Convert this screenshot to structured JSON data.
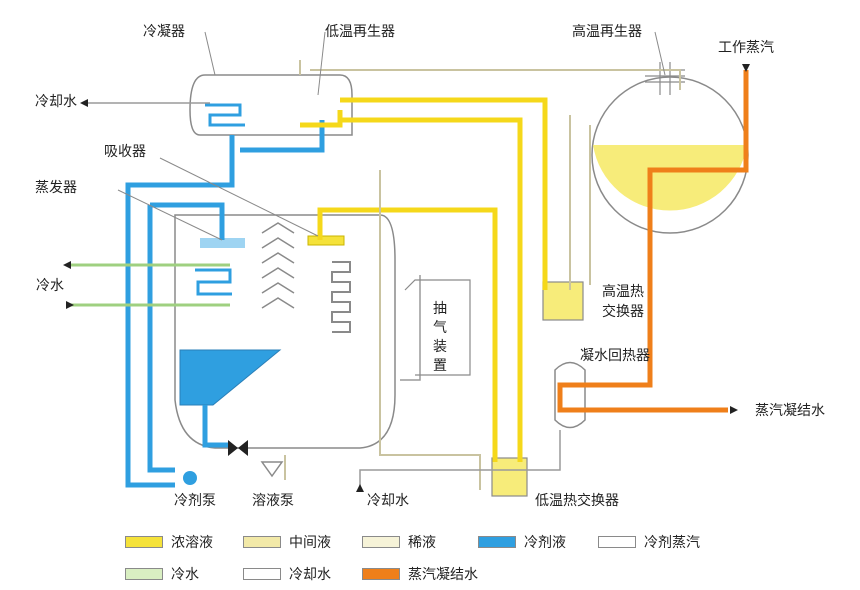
{
  "labels": {
    "condenser": "冷凝器",
    "low_temp_regenerator": "低温再生器",
    "high_temp_regenerator": "高温再生器",
    "working_steam": "工作蒸汽",
    "cooling_water_out": "冷却水",
    "absorber": "吸收器",
    "evaporator": "蒸发器",
    "cold_water": "冷水",
    "purge_device": "抽气装置",
    "high_temp_hx": "高温热交换器",
    "condensate_reheater": "凝水回热器",
    "steam_condensate": "蒸汽凝结水",
    "refrigerant_pump": "冷剂泵",
    "solution_pump": "溶液泵",
    "cooling_water_in": "冷却水",
    "low_temp_hx": "低温热交换器"
  },
  "legend": [
    {
      "label": "浓溶液",
      "color": "#f5e23a"
    },
    {
      "label": "中间液",
      "color": "#f2e9a8"
    },
    {
      "label": "稀液",
      "color": "#f6f3d8"
    },
    {
      "label": "冷剂液",
      "color": "#2f9fe0"
    },
    {
      "label": "冷剂蒸汽",
      "color": "#ffffff"
    },
    {
      "label": "冷水",
      "color": "#d9efc2"
    },
    {
      "label": "冷却水",
      "color": "#ffffff"
    },
    {
      "label": "蒸汽凝结水",
      "color": "#ef7f1a"
    }
  ],
  "colors": {
    "concentrated": "#f5e23a",
    "intermediate": "#f2e9a8",
    "refrigerant": "#2f9fe0",
    "condensate": "#ef7f1a",
    "cold_water": "#cfe8b6",
    "outline": "#8a8a8a"
  }
}
